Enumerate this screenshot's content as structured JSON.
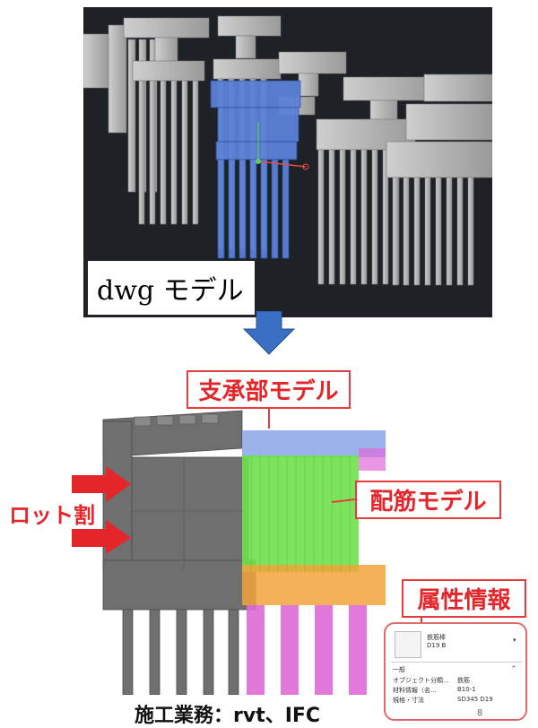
{
  "top_view": {
    "label": "dwg モデル"
  },
  "callouts": {
    "bearing_model": "支承部モデル",
    "rebar_model": "配筋モデル",
    "attribute_info": "属性情報",
    "lot_split": "ロット割"
  },
  "property_panel": {
    "title": "鉄筋棒",
    "subtitle": "D19 B",
    "section": "一般",
    "rows": [
      {
        "key": "オブジェクト分類...",
        "value": "鉄筋"
      },
      {
        "key": "材料情報（名...",
        "value": "B10-1"
      },
      {
        "key": "規格・寸法",
        "value": "SD345 D19"
      }
    ]
  },
  "caption": "施工業務：rvt、IFC",
  "page_number": "8",
  "colors": {
    "panel_bg": "#1e2126",
    "highlight_blue": "#5b80d6",
    "callout_red": "#e4262b",
    "arrow_blue": "#3a6fc4",
    "rebar_green": "#6de04a",
    "rebar_magenta": "#e06ad8",
    "rebar_orange": "#f3a33a",
    "concrete_gray": "#6f6f6f"
  }
}
